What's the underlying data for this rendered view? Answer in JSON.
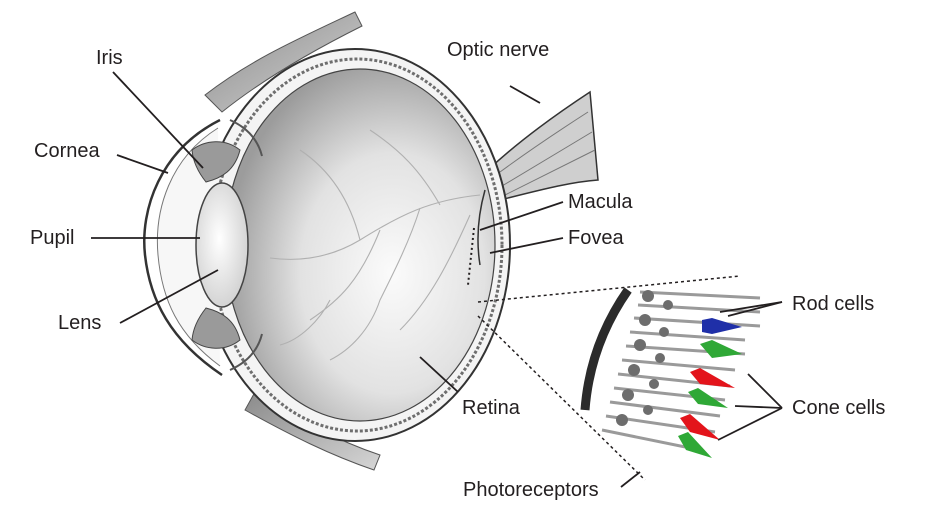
{
  "diagram": {
    "labels": {
      "iris": "Iris",
      "cornea": "Cornea",
      "pupil": "Pupil",
      "lens": "Lens",
      "optic_nerve": "Optic nerve",
      "macula": "Macula",
      "fovea": "Fovea",
      "retina": "Retina",
      "rod_cells": "Rod cells",
      "cone_cells": "Cone cells",
      "photoreceptors": "Photoreceptors"
    },
    "colors": {
      "line": "#231f20",
      "rod_highlight": "#1f2fa8",
      "cone_red": "#e3141b",
      "cone_green": "#2fa836",
      "tissue": "#bdbdbd",
      "globe_inner": "#d9d9d9"
    }
  }
}
